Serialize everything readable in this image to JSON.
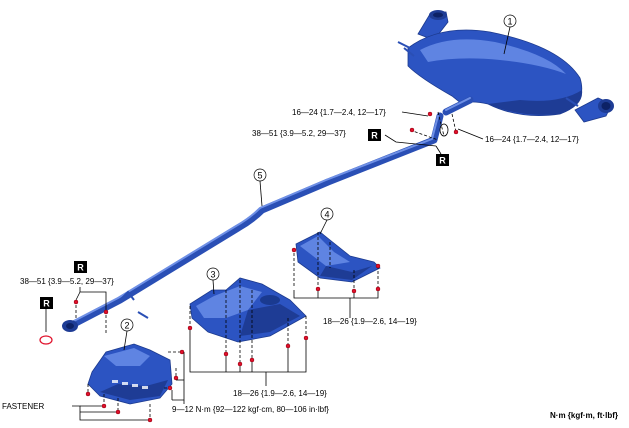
{
  "callouts": {
    "c1": "1",
    "c2": "2",
    "c3": "3",
    "c4": "4",
    "c5": "5"
  },
  "torques": {
    "upper_left": "16—24 {1.7—2.4, 12—17}",
    "upper_right": "16—24 {1.7—2.4, 12—17}",
    "mid_joint": "38—51 {3.9—5.2, 29—37}",
    "front_joint": "38—51 {3.9—5.2, 29—37}",
    "cover4": "18—26 {1.9—2.6, 14—19}",
    "cover3": "18—26 {1.9—2.6, 14—19}",
    "cover2": "9—12 N·m {92—122 kgf·cm, 80—106 in·lbf}"
  },
  "replace_tags": {
    "r1": "R",
    "r2": "R",
    "r3": "R",
    "r4": "R"
  },
  "labels": {
    "fastener": "FASTENER",
    "units": "N·m {kgf·m, ft·lbf}"
  },
  "colors": {
    "part_blue": "#2c54c2",
    "highlight_blue": "#5f84e2",
    "torque_marker_red": "#e0102a"
  }
}
